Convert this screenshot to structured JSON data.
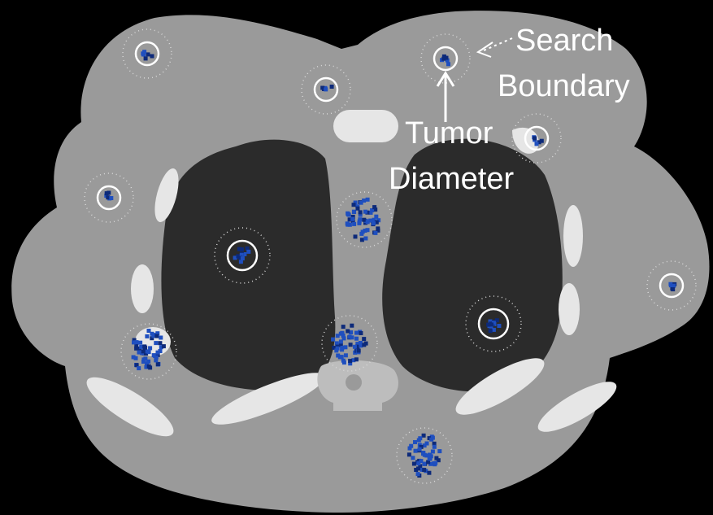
{
  "labels": {
    "search": "Search",
    "boundary": "Boundary",
    "tumor": "Tumor",
    "diameter": "Diameter"
  },
  "colors": {
    "background": "#000000",
    "body": "#9a9a9a",
    "lung": "#2b2b2b",
    "bone": "#e6e6e6",
    "vertebra": "#bdbdbd",
    "dots": "#1f4fbf",
    "dotsDark": "#0d2a7a",
    "ring": "#ffffff",
    "label": "#ffffff"
  },
  "tumors": [
    {
      "id": "tumor-top-left",
      "kind": "small"
    },
    {
      "id": "tumor-top-center",
      "kind": "small"
    },
    {
      "id": "tumor-top-right",
      "kind": "small"
    },
    {
      "id": "tumor-right-upper",
      "kind": "small"
    },
    {
      "id": "tumor-left-mid",
      "kind": "small"
    },
    {
      "id": "tumor-left-lung",
      "kind": "medium"
    },
    {
      "id": "tumor-mediastinum",
      "kind": "cluster"
    },
    {
      "id": "tumor-right-edge",
      "kind": "small"
    },
    {
      "id": "tumor-right-lung",
      "kind": "medium"
    },
    {
      "id": "tumor-left-lower",
      "kind": "cluster"
    },
    {
      "id": "tumor-spine",
      "kind": "cluster"
    },
    {
      "id": "tumor-bottom",
      "kind": "cluster"
    }
  ]
}
